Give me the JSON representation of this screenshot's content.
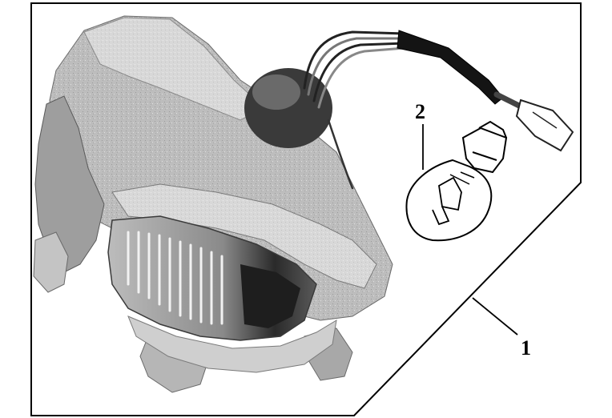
{
  "figure": {
    "callouts": [
      {
        "id": "headlight-assembly",
        "label": "1"
      },
      {
        "id": "bulb",
        "label": "2"
      }
    ]
  }
}
